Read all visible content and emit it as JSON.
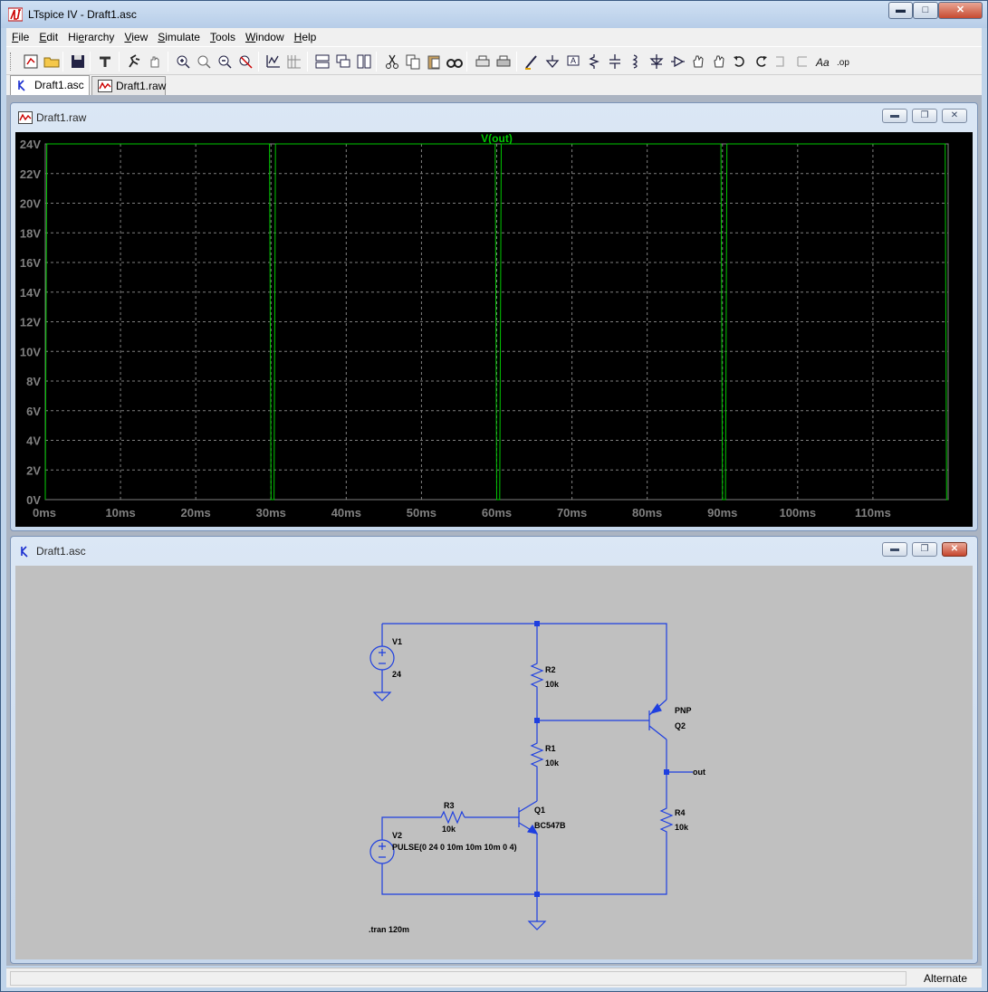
{
  "app": {
    "title": "LTspice IV - Draft1.asc"
  },
  "menu": [
    {
      "pre": "",
      "ul": "F",
      "post": "ile"
    },
    {
      "pre": "",
      "ul": "E",
      "post": "dit"
    },
    {
      "pre": "Hi",
      "ul": "e",
      "post": "rarchy"
    },
    {
      "pre": "",
      "ul": "V",
      "post": "iew"
    },
    {
      "pre": "",
      "ul": "S",
      "post": "imulate"
    },
    {
      "pre": "",
      "ul": "T",
      "post": "ools"
    },
    {
      "pre": "",
      "ul": "W",
      "post": "indow"
    },
    {
      "pre": "",
      "ul": "H",
      "post": "elp"
    }
  ],
  "tabs": [
    {
      "label": "Draft1.asc",
      "icon": "schematic-icon",
      "active": true
    },
    {
      "label": "Draft1.raw",
      "icon": "waveform-icon",
      "active": false
    }
  ],
  "waveform_window": {
    "title": "Draft1.raw"
  },
  "schematic_window": {
    "title": "Draft1.asc"
  },
  "status": {
    "text": "Alternate"
  },
  "colors": {
    "trace": "#00c800",
    "wire": "#1e3fe0",
    "grid": "#808080",
    "plot_bg": "#000000",
    "schem_bg": "#c0c0c0"
  },
  "chart_data": {
    "type": "line",
    "title": "V(out)",
    "xlabel": "",
    "ylabel": "",
    "xlim": [
      0,
      120
    ],
    "ylim": [
      0,
      24
    ],
    "x_ticks": [
      "0ms",
      "10ms",
      "20ms",
      "30ms",
      "40ms",
      "50ms",
      "60ms",
      "70ms",
      "80ms",
      "90ms",
      "100ms",
      "110ms"
    ],
    "y_ticks": [
      "24V",
      "22V",
      "20V",
      "18V",
      "16V",
      "14V",
      "12V",
      "10V",
      "8V",
      "6V",
      "4V",
      "2V",
      "0V"
    ],
    "grid": true,
    "series": [
      {
        "name": "V(out)",
        "x": [
          0,
          0.2,
          0.4,
          29.8,
          30.0,
          30.4,
          30.6,
          59.8,
          60.0,
          60.4,
          60.6,
          89.8,
          90.0,
          90.4,
          90.6,
          119.6,
          119.8,
          120.0
        ],
        "y": [
          0,
          24,
          24,
          24,
          0,
          0,
          24,
          24,
          0,
          0,
          24,
          24,
          0,
          0,
          24,
          24,
          0,
          0
        ]
      }
    ]
  },
  "schematic": {
    "components": {
      "V1": {
        "name": "V1",
        "value": "24"
      },
      "V2": {
        "name": "V2",
        "value": "PULSE(0 24 0 10m 10m 10m 0 4)"
      },
      "R1": {
        "name": "R1",
        "value": "10k"
      },
      "R2": {
        "name": "R2",
        "value": "10k"
      },
      "R3": {
        "name": "R3",
        "value": "10k"
      },
      "R4": {
        "name": "R4",
        "value": "10k"
      },
      "Q1": {
        "name": "Q1",
        "value": "BC547B"
      },
      "Q2": {
        "name": "Q2",
        "value": "PNP"
      }
    },
    "net_label": "out",
    "directive": ".tran 120m"
  }
}
